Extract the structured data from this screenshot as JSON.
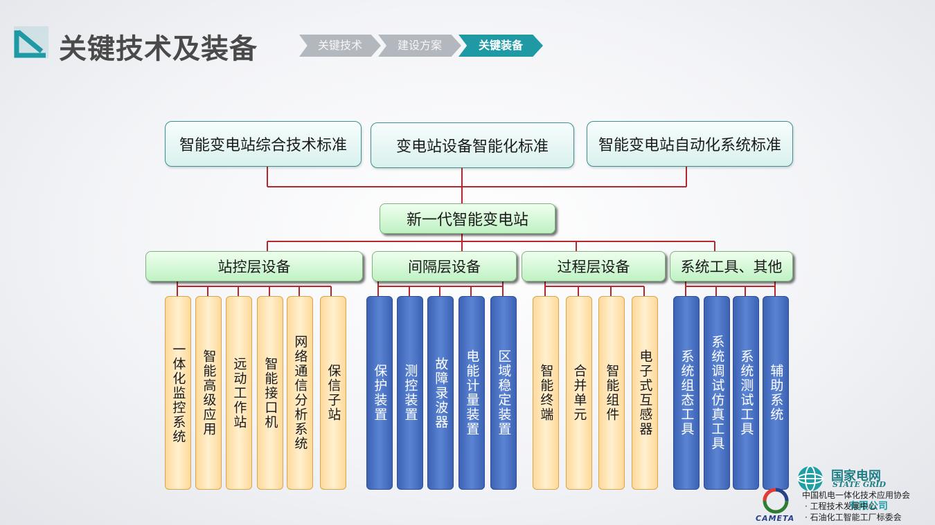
{
  "header": {
    "title": "关键技术及装备",
    "breadcrumbs": [
      {
        "label": "关键技术",
        "active": false
      },
      {
        "label": "建设方案",
        "active": false
      },
      {
        "label": "关键装备",
        "active": true
      }
    ]
  },
  "standards": [
    "智能变电站综合技术标准",
    "变电站设备智能化标准",
    "智能变电站自动化系统标准"
  ],
  "core": "新一代智能变电站",
  "categories": [
    {
      "label": "站控层设备",
      "items": [
        "一体化监控系统",
        "智能高级应用",
        "远动工作站",
        "智能接口机",
        "网络通信分析系统",
        "保信子站"
      ]
    },
    {
      "label": "间隔层设备",
      "items": [
        "保护装置",
        "测控装置",
        "故障录波器",
        "电能计量装置",
        "区域稳定装置"
      ]
    },
    {
      "label": "过程层设备",
      "items": [
        "智能终端",
        "合并单元",
        "智能组件",
        "电子式互感器"
      ]
    },
    {
      "label": "系统工具、其他",
      "items": [
        "系统组态工具",
        "系统调试仿真工具",
        "系统测试工具",
        "辅助系统"
      ]
    }
  ],
  "footer": {
    "state_grid_cn": "国家电网",
    "state_grid_en": "STATE GRID",
    "company": "有限公司",
    "cameta": "CAMETA",
    "association": [
      "中国机电一体化技术应用协会",
      "· 工程技术发展中心",
      "· 石油化工智能工厂标委会"
    ]
  },
  "colors": {
    "accent": "#1f9aa5",
    "connector": "#b5272d",
    "leaf_orange": "#ffe2ad",
    "leaf_blue": "#4a72c4",
    "category_green": "#c9f5cc"
  }
}
